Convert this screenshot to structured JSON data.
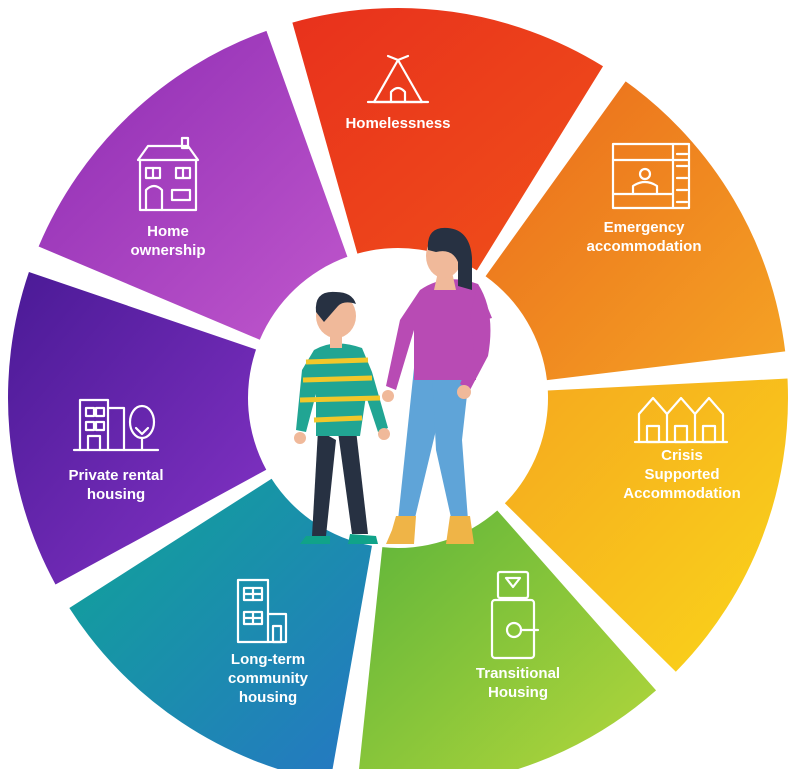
{
  "segments": [
    {
      "id": "homelessness",
      "lines": [
        "Homelessness"
      ],
      "icon": "tent-icon",
      "colors": [
        "#e8311c",
        "#f0501a"
      ]
    },
    {
      "id": "emergency-accommodation",
      "lines": [
        "Emergency",
        "accommodation"
      ],
      "icon": "bunk-bed-icon",
      "colors": [
        "#ee7d1d",
        "#f39a22"
      ]
    },
    {
      "id": "crisis-supported-accommodation",
      "lines": [
        "Crisis",
        "Supported",
        "Accommodation"
      ],
      "icon": "row-houses-icon",
      "colors": [
        "#f8c11c",
        "#f9d21a"
      ]
    },
    {
      "id": "transitional-housing",
      "lines": [
        "Transitional",
        "Housing"
      ],
      "icon": "door-lock-icon",
      "colors": [
        "#7cc33a",
        "#a7d23b"
      ]
    },
    {
      "id": "long-term-community-housing",
      "lines": [
        "Long-term",
        "community",
        "housing"
      ],
      "icon": "apartment-icon",
      "colors": [
        "#12a19b",
        "#1e7fc0"
      ]
    },
    {
      "id": "private-rental-housing",
      "lines": [
        "Private rental",
        "housing"
      ],
      "icon": "building-tree-icon",
      "colors": [
        "#5b1ea0",
        "#7c2fbd"
      ]
    },
    {
      "id": "home-ownership",
      "lines": [
        "Home",
        "ownership"
      ],
      "icon": "house-icon",
      "colors": [
        "#8a2bb0",
        "#b04cc7"
      ]
    }
  ],
  "center_figures": [
    "boy-figure",
    "woman-figure"
  ]
}
